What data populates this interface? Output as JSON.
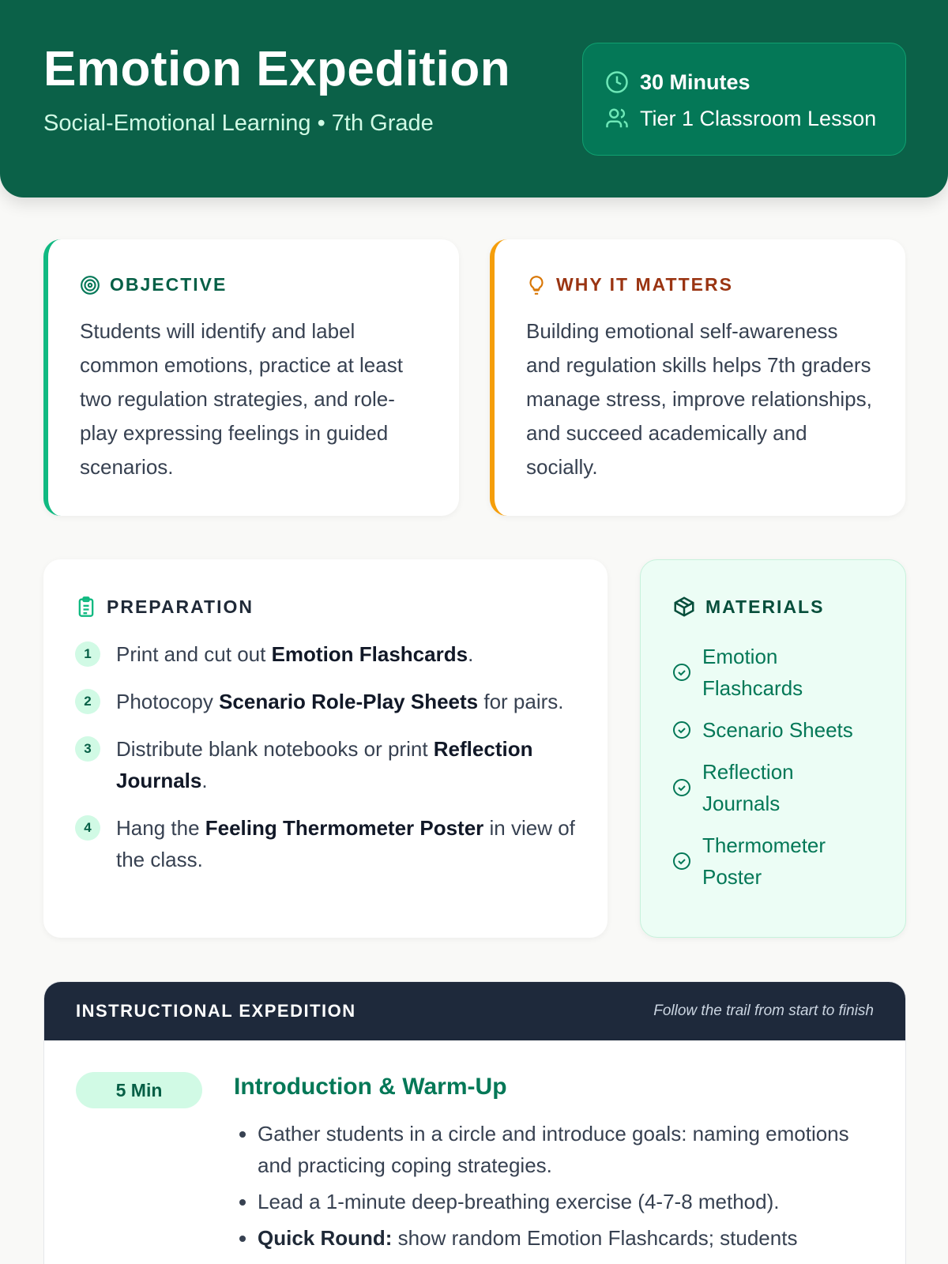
{
  "header": {
    "title": "Emotion Expedition",
    "subtitle": "Social-Emotional Learning • 7th Grade",
    "duration": "30 Minutes",
    "tier": "Tier 1 Classroom Lesson"
  },
  "objective": {
    "label": "OBJECTIVE",
    "text": "Students will identify and label common emotions, practice at least two regulation strategies, and role-play expressing feelings in guided scenarios."
  },
  "why": {
    "label": "WHY IT MATTERS",
    "text": "Building emotional self-awareness and regulation skills helps 7th graders manage stress, improve relationships, and succeed academically and socially."
  },
  "preparation": {
    "label": "PREPARATION",
    "steps": [
      {
        "num": "1",
        "pre": "Print and cut out ",
        "bold": "Emotion Flashcards",
        "post": "."
      },
      {
        "num": "2",
        "pre": "Photocopy ",
        "bold": "Scenario Role-Play Sheets",
        "post": " for pairs."
      },
      {
        "num": "3",
        "pre": "Distribute blank notebooks or print ",
        "bold": "Reflection Journals",
        "post": "."
      },
      {
        "num": "4",
        "pre": "Hang the ",
        "bold": "Feeling Thermometer Poster",
        "post": " in view of the class."
      }
    ]
  },
  "materials": {
    "label": "MATERIALS",
    "items": [
      "Emotion Flashcards",
      "Scenario Sheets",
      "Reflection Journals",
      "Thermometer Poster"
    ]
  },
  "instruction": {
    "title": "INSTRUCTIONAL EXPEDITION",
    "note": "Follow the trail from start to finish",
    "steps": [
      {
        "time": "5 Min",
        "title": "Introduction & Warm-Up",
        "bullets": [
          {
            "bold": "",
            "text": "Gather students in a circle and introduce goals: naming emotions and practicing coping strategies."
          },
          {
            "bold": "",
            "text": "Lead a 1-minute deep-breathing exercise (4-7-8 method)."
          },
          {
            "bold": "Quick Round:",
            "text": " show random Emotion Flashcards; students"
          }
        ]
      }
    ]
  },
  "colors": {
    "brand": "#0b6148",
    "accent_green": "#10b981",
    "accent_amber": "#f59e0b",
    "dark": "#1e293b"
  }
}
